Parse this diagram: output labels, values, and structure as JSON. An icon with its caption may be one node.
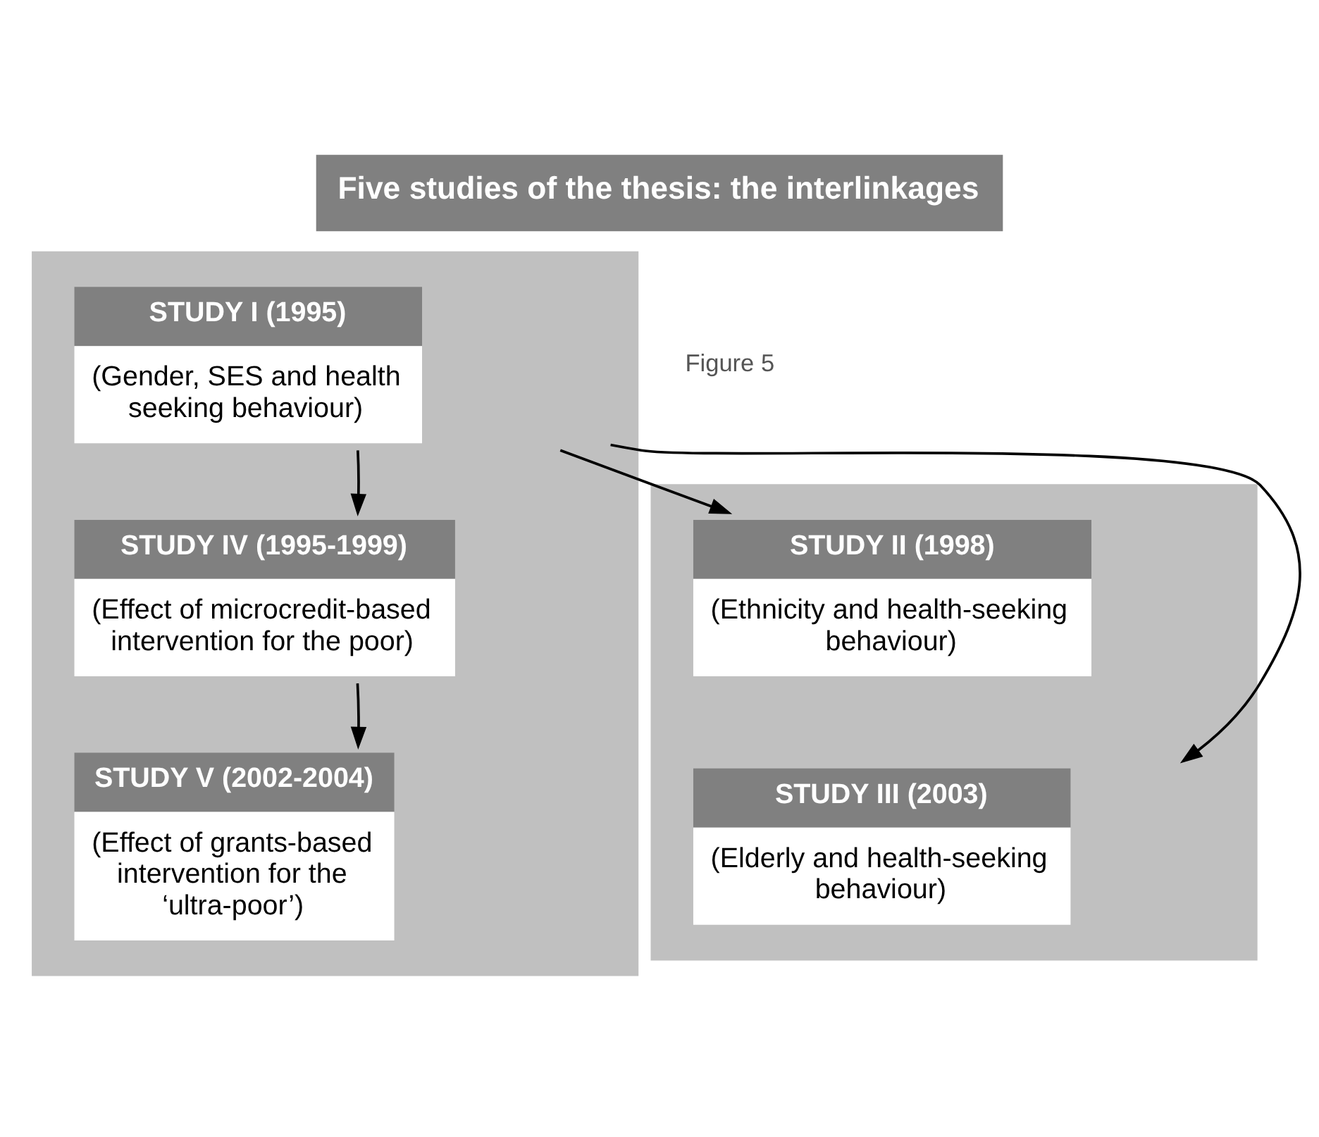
{
  "diagram": {
    "title": "Five studies of the thesis: the interlinkages",
    "nodes": [
      {
        "text": [],
        "shape": "box"
      },
      {
        "text": [
          "STUDY I (1995)",
          "(Gender, SES and health seeking behaviour)"
        ],
        "in": 0
      },
      {
        "text": [
          "STUDY IV (1995-1999)",
          "(Effect of microcredit-based intervention for the poor)"
        ],
        "in": 0
      },
      {
        "text": [
          "STUDY V (2002-2004)",
          "(Effect of grants-based intervention for the ‘ultra-poor’)"
        ],
        "in": 0
      },
      {
        "text": [],
        "shape": "box"
      },
      {
        "text": [
          "STUDY II (1998)",
          "(Ethnicity and health-seeking behaviour)"
        ],
        "in": 4
      },
      {
        "text": [
          "STUDY III (2003)",
          "(Elderly and health-seeking behaviour)"
        ],
        "in": 4
      }
    ],
    "edges": [
      {
        "from": 1,
        "to": 2,
        "arrow": "to"
      },
      {
        "from": 1,
        "to": 5,
        "arrow": "to"
      },
      {
        "from": 1,
        "to": 6,
        "arrow": "to"
      },
      {
        "from": 2,
        "to": 3,
        "arrow": "to"
      }
    ],
    "labels": [
      "Figure 5"
    ]
  }
}
